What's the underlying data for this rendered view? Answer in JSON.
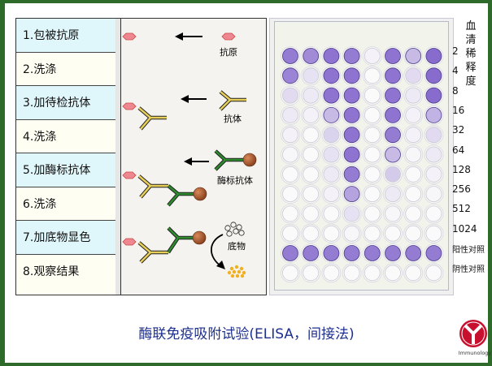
{
  "steps": [
    {
      "label": "1.包被抗原"
    },
    {
      "label": "2.洗涤"
    },
    {
      "label": "3.加待检抗体"
    },
    {
      "label": "4.洗涤"
    },
    {
      "label": "5.加酶标抗体"
    },
    {
      "label": "6.洗涤"
    },
    {
      "label": "7.加底物显色"
    },
    {
      "label": "8.观察结果"
    }
  ],
  "diagram_labels": {
    "antigen": "抗原",
    "antibody": "抗体",
    "enzyme_antibody": "酶标抗体",
    "substrate": "底物"
  },
  "plate": {
    "dilution_header": [
      "血",
      "清",
      "稀",
      "释",
      "度"
    ],
    "row_labels": [
      "2",
      "4",
      "8",
      "16",
      "32",
      "64",
      "128",
      "256",
      "512",
      "1024",
      "阳性对照",
      "阴性对照"
    ],
    "columns": 8,
    "well_intensity": [
      [
        0.8,
        0.7,
        0.85,
        0.8,
        0.05,
        0.85,
        0.4,
        0.9
      ],
      [
        0.75,
        0.15,
        0.85,
        0.85,
        0.0,
        0.85,
        0.2,
        0.9
      ],
      [
        0.2,
        0.1,
        0.85,
        0.85,
        0.0,
        0.85,
        0.1,
        0.9
      ],
      [
        0.1,
        0.05,
        0.4,
        0.85,
        0.0,
        0.85,
        0.05,
        0.45
      ],
      [
        0.05,
        0.0,
        0.25,
        0.85,
        0.0,
        0.8,
        0.05,
        0.2
      ],
      [
        0.02,
        0.0,
        0.15,
        0.85,
        0.0,
        0.4,
        0.02,
        0.1
      ],
      [
        0.0,
        0.0,
        0.1,
        0.8,
        0.0,
        0.3,
        0.0,
        0.05
      ],
      [
        0.0,
        0.0,
        0.05,
        0.55,
        0.0,
        0.1,
        0.0,
        0.02
      ],
      [
        0.0,
        0.0,
        0.0,
        0.15,
        0.0,
        0.02,
        0.0,
        0.0
      ],
      [
        0.0,
        0.0,
        0.0,
        0.02,
        0.0,
        0.0,
        0.0,
        0.0
      ],
      [
        0.8,
        0.8,
        0.8,
        0.8,
        0.8,
        0.8,
        0.8,
        0.8
      ],
      [
        0.0,
        0.0,
        0.0,
        0.0,
        0.0,
        0.0,
        0.0,
        0.0
      ]
    ],
    "well_color": "#7b5cc8"
  },
  "title": "酶联免疫吸附试验(ELISA，间接法)",
  "logo": {
    "text": "Immunology",
    "color": "#c8102e"
  },
  "colors": {
    "border": "#2e6b2a",
    "title": "#1d2f8f",
    "antigen": "#e8707a",
    "antibody": "#e8cf5a",
    "enzyme_antibody": "#2e8b2e",
    "enzyme": "#a0522d"
  }
}
